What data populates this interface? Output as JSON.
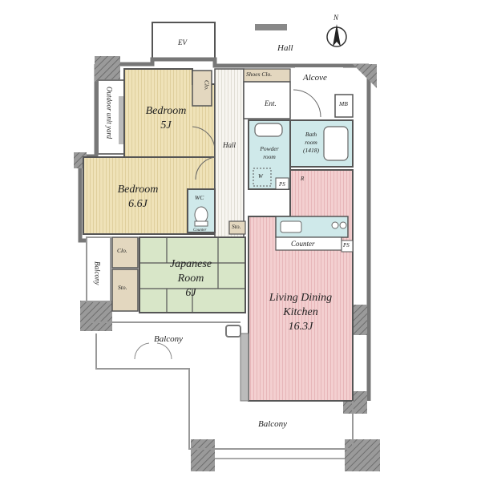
{
  "rooms": {
    "bedroom1": {
      "name": "Bedroom",
      "size": "5J"
    },
    "bedroom2": {
      "name": "Bedroom",
      "size": "6.6J"
    },
    "japanese": {
      "name1": "Japanese",
      "name2": "Room",
      "size": "6J"
    },
    "ldk": {
      "name1": "Living Dining",
      "name2": "Kitchen",
      "size": "16.3J"
    },
    "bath": {
      "name1": "Bath",
      "name2": "room",
      "size": "(1418)"
    },
    "powder": {
      "name1": "Powder",
      "name2": "room"
    }
  },
  "labels": {
    "ev": "EV",
    "hall_top": "Hall",
    "hall_inner": "Hall",
    "alcove": "Alcove",
    "shoes": "Shoes Clo.",
    "ent": "Ent.",
    "mb": "MB",
    "clo1": "Clo.",
    "clo2": "Clo.",
    "sto1": "Sto.",
    "sto2": "Sto.",
    "wc": "WC",
    "counter_small": "Counter",
    "counter": "Counter",
    "ps1": "PS",
    "ps2": "PS",
    "w": "W",
    "r": "R",
    "outdoor": "Outdoor unit yard",
    "balcony_left": "Balcony",
    "balcony_mid": "Balcony",
    "balcony_bottom": "Balcony",
    "north": "N"
  },
  "colors": {
    "bedroom": "#efe2b8",
    "japanese": "#d8e6c8",
    "ldk": "#f3cfd0",
    "wet": "#cfe9ea",
    "storage": "#e3d7bf",
    "hall": "#f4f1ea",
    "wall": "#8a8a8a"
  }
}
